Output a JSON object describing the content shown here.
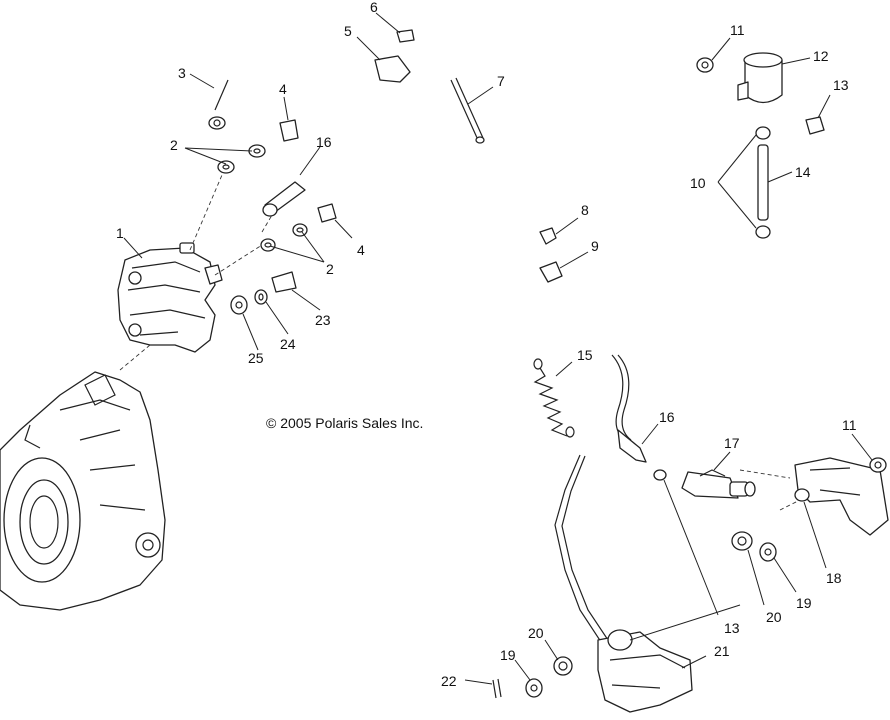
{
  "diagram": {
    "copyright": "© 2005 Polaris Sales Inc.",
    "callouts": [
      "1",
      "2",
      "2",
      "3",
      "4",
      "4",
      "5",
      "6",
      "7",
      "8",
      "9",
      "10",
      "11",
      "11",
      "12",
      "13",
      "13",
      "14",
      "15",
      "16",
      "16",
      "17",
      "18",
      "19",
      "19",
      "20",
      "20",
      "21",
      "22",
      "23",
      "24",
      "25"
    ]
  }
}
